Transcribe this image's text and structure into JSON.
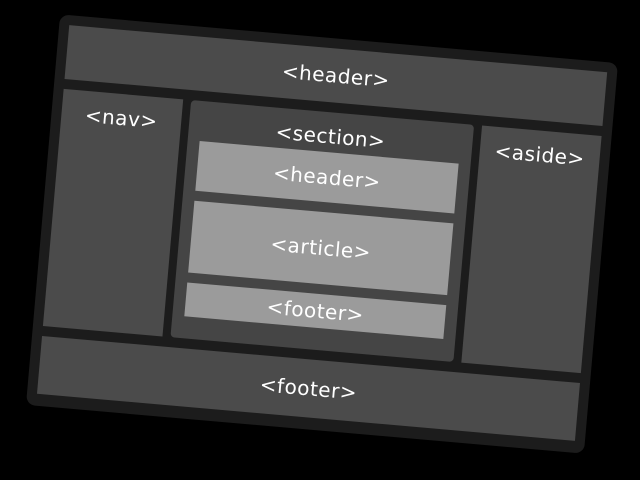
{
  "diagram": {
    "outer_header": "<header>",
    "nav": "<nav>",
    "section": "<section>",
    "section_header": "<header>",
    "article": "<article>",
    "section_footer": "<footer>",
    "aside": "<aside>",
    "outer_footer": "<footer>"
  },
  "colors": {
    "background": "#000000",
    "frame": "#1c1c1c",
    "dark_block": "#4b4b4b",
    "section_block": "#454545",
    "light_block": "#9b9b9b",
    "text": "#ffffff"
  }
}
